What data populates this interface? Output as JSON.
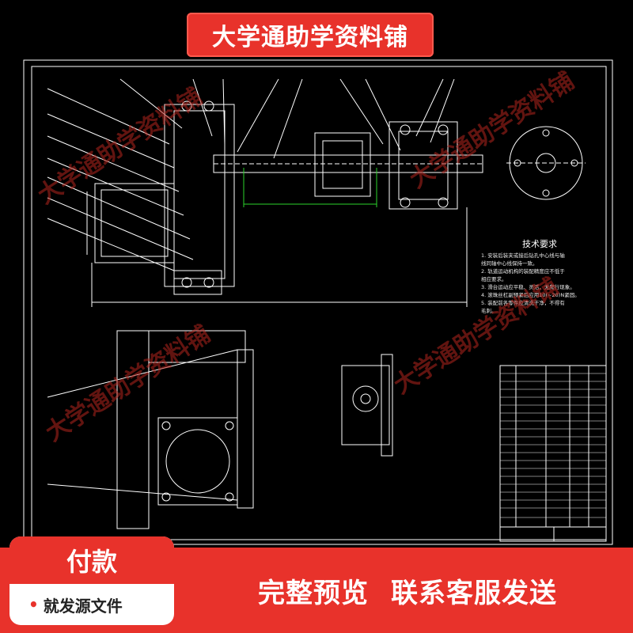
{
  "banner": {
    "title": "大学通助学资料铺"
  },
  "watermark": {
    "text": "大学通助学资料铺"
  },
  "technical_requirements": {
    "title": "技术要求",
    "notes": [
      "1. 安装后装夹或接后钻孔中心线与轴",
      "   线同轴中心线保持一致。",
      "2. 轨道运动机构的装配精度应不低于",
      "   相应要求。",
      "3. 滑台运动应平稳、灵活，无爬行现象。",
      "4. 滚珠丝杠副预紧后应用10(~20)N紧固。",
      "5. 装配前各零件应清洗干净，不得有",
      "   毛刺。"
    ]
  },
  "payment": {
    "title": "付款",
    "subtitle": "就发源文件"
  },
  "footer": {
    "preview": "完整预览",
    "contact": "联系客服发送"
  },
  "colors": {
    "accent": "#e8322b",
    "line": "#ffffff",
    "dim_line": "#2bd42b"
  }
}
